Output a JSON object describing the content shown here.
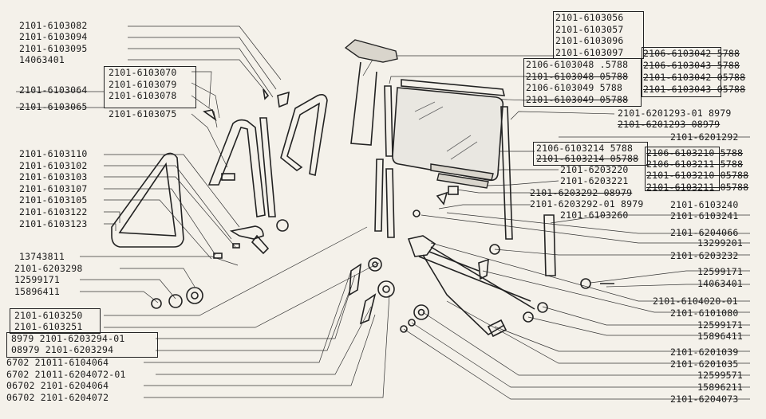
{
  "labels": {
    "l01": "2101-6103082",
    "l02": "2101-6103094",
    "l03": "2101-6103095",
    "l04": "14063401",
    "l05": "2101-6103064",
    "l06": "2101-6103065",
    "l07": "2101-6103070",
    "l08": "2101-6103079",
    "l09": "2101-6103078",
    "l10": "2101-6103075",
    "l11": "2101-6103110",
    "l12": "2101-6103102",
    "l13": "2101-6103103",
    "l14": "2101-6103107",
    "l15": "2101-6103105",
    "l16": "2101-6103122",
    "l17": "2101-6103123",
    "l18": "13743811",
    "l19": "2101-6203298",
    "l20": "12599171",
    "l21": "15896411",
    "l22": "2101-6103250",
    "l23": "2101-6103251",
    "l24": "8979  2101-6203294-01",
    "l25": "08979 2101-6203294",
    "l26": "6702 21011-6104064",
    "l27": "6702 21011-6204072-01",
    "l28": "06702 2101-6204064",
    "l29": "06702 2101-6204072",
    "t01": "2101-6103056",
    "t02": "2101-6103057",
    "t03": "2101-6103096",
    "t04": "2101-6103097",
    "t05": "2106-6103042  5788",
    "t06": "2106-6103048 .5788",
    "t07": "2106-6103043  5788",
    "t08": "2101-6103048 05788",
    "t09": "2101-6103042 05788",
    "t10": "2106-6103049  5788",
    "t11": "2101-6103043 05788",
    "t12": "2101-6103049 05788",
    "r01": "2101-6201293-01 8979",
    "r02": "2101-6201293   08979",
    "r03": "2101-6201292",
    "r04": "2106-6103214  5788",
    "r05": "2101-6103214 05788",
    "r06": "2106-6103210  5788",
    "r07": "2106-6103211  5788",
    "r08": "2101-6203220",
    "r09": "2101-6203221",
    "r10": "2101-6103210 05788",
    "r11": "2101-6103211 05788",
    "r12": "2101-6203292 08979",
    "r13": "2101-6203292-01 8979",
    "r14": "2101-6103240",
    "r15": "2101-6103260",
    "r16": "2101-6103241",
    "r17": "2101-6204066",
    "r18": "13299201",
    "r19": "2101-6203232",
    "r20": "12599171",
    "r21": "14063401",
    "r22": "2101-6104020-01",
    "r23": "2101-6101080",
    "r24": "12599171",
    "r25": "15896411",
    "r26": "2101-6201039",
    "r27": "2101-6201035",
    "r28": "12599571",
    "r29": "15896211",
    "r30": "2101-6204073"
  }
}
